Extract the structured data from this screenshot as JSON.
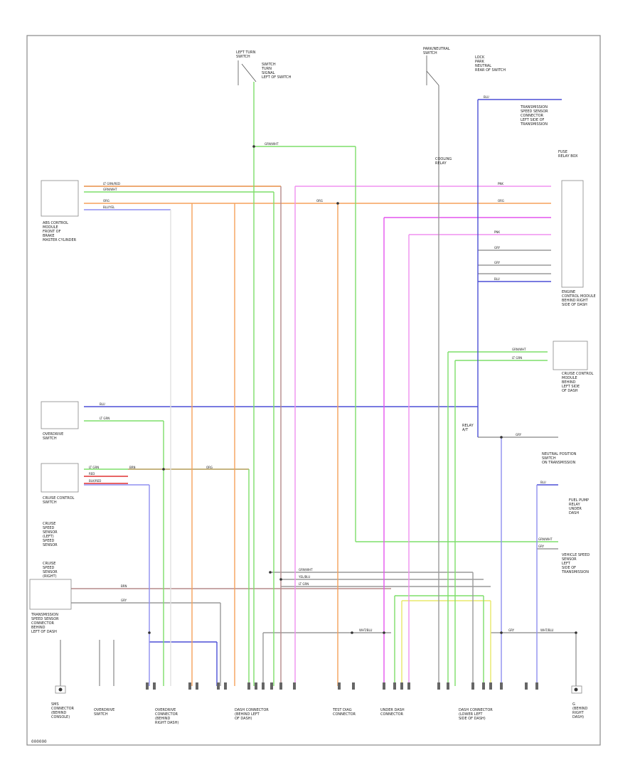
{
  "colors": {
    "green": "#7ddf6a",
    "orange": "#f5a15a",
    "blue": "#4b4fd6",
    "light_blue": "#8f8ff0",
    "magenta": "#e455ee",
    "pink": "#f090f0",
    "brown": "#b58a8a",
    "gray": "#9a9a9a",
    "yellow": "#e8e86a",
    "red": "#e03030",
    "frame": "#888888",
    "text": "#222222"
  },
  "footer_code": "000000",
  "components": {
    "left_turn_switch": [
      "LEFT TURN",
      "SWITCH"
    ],
    "switch_desc": [
      "SWITCH",
      "TURN",
      "SIGNAL",
      "LEFT OF SWITCH"
    ],
    "park_switch": [
      "PARK/NEUTRAL",
      "SWITCH"
    ],
    "park_desc": [
      "LOCK",
      "PARK",
      "NEUTRAL",
      "REAR OF SWITCH"
    ],
    "trans_sensor_top": [
      "TRANSMISSION",
      "SPEED SENSOR",
      "CONNECTOR",
      "LEFT SIDE OF",
      "TRANSMISSION"
    ],
    "abs_module": [
      "ABS CONTROL",
      "MODULE",
      "FRONT OF",
      "BRAKE",
      "MASTER CYLINDER"
    ],
    "overdrive_switch": [
      "OVERDRIVE",
      "SWITCH"
    ],
    "engine_module": [
      "ENGINE",
      "CONTROL MODULE",
      "BEHIND RIGHT",
      "SIDE OF DASH"
    ],
    "cruise_module": [
      "CRUISE CONTROL",
      "MODULE",
      "BEHIND",
      "LEFT SIDE",
      "OF DASH"
    ],
    "neutral_switch": [
      "NEUTRAL POSITION",
      "SWITCH",
      "ON TRANSMISSION"
    ],
    "fuel_pump_relay": [
      "FUEL PUMP",
      "RELAY",
      "UNDER",
      "DASH"
    ],
    "vehicle_speed": [
      "VEHICLE SPEED",
      "SENSOR",
      "LEFT",
      "SIDE OF",
      "TRANSMISSION"
    ],
    "trans_sensor_left": [
      "TRANSMISSION",
      "SPEED SENSOR",
      "CONNECTOR",
      "BEHIND",
      "LEFT OF DASH"
    ],
    "cruise_sensors": [
      "CRUISE",
      "SPEED",
      "SENSOR",
      "(LEFT)",
      "SPEED",
      "SENSOR"
    ],
    "cruise_sensors2": [
      "CRUISE",
      "SPEED",
      "SENSOR",
      "(RIGHT)"
    ],
    "misc_relay": [
      "RELAY",
      "A/T"
    ],
    "top_right_relay": [
      "COOLING",
      "RELAY"
    ],
    "top_right_fuse": [
      "FUSE",
      "RELAY BOX"
    ]
  },
  "wire_labels": {
    "grn_wht": "GRN/WHT",
    "lt_grn_red": "LT GRN/RED",
    "org": "ORG",
    "blu_yel": "BLU/YEL",
    "pnk": "PNK",
    "blu": "BLU",
    "lt_grn": "LT GRN",
    "brn": "BRN",
    "blk_red": "BLK/RED",
    "red": "RED",
    "yel_blu": "YEL/BLU",
    "gry": "GRY",
    "wht_blu": "WHT/BLU"
  },
  "bottom_labels": {
    "sms_connector": [
      "SMS",
      "CONNECTOR",
      "(BEHIND",
      "CONSOLE)"
    ],
    "overdrive_switch": [
      "OVERDRIVE",
      "SWITCH"
    ],
    "overdrive_connector": [
      "OVERDRIVE",
      "CONNECTOR",
      "(BEHIND",
      "RIGHT DASH)"
    ],
    "dash_connector": [
      "DASH CONNECTOR",
      "(BEHIND LEFT",
      "OF DASH)"
    ],
    "test_connector": [
      "TEST DIAG",
      "CONNECTOR"
    ],
    "under_dash_connector": [
      "UNDER DASH",
      "CONNECTOR"
    ],
    "dash_connector_right": [
      "DASH CONNECTOR",
      "(LOWER LEFT",
      "SIDE OF DASH)"
    ],
    "ground": [
      "G",
      "(BEHIND",
      "RIGHT",
      "DASH)"
    ]
  }
}
